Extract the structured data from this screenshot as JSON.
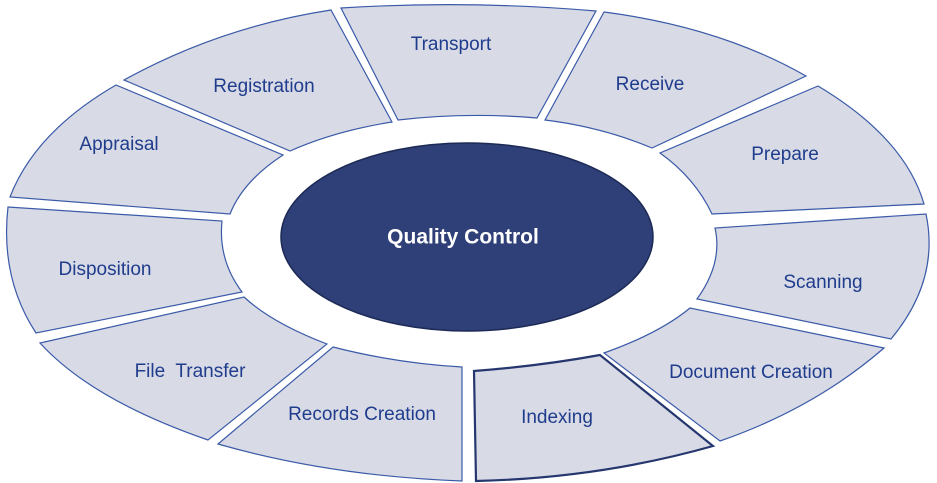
{
  "center": {
    "label": "Quality Control"
  },
  "segments": [
    {
      "label": "Transport"
    },
    {
      "label": "Receive"
    },
    {
      "label": "Prepare"
    },
    {
      "label": "Scanning"
    },
    {
      "label": "Document Creation"
    },
    {
      "label": "Indexing"
    },
    {
      "label": "Records Creation"
    },
    {
      "label": "File  Transfer"
    },
    {
      "label": "Disposition"
    },
    {
      "label": "Appraisal"
    },
    {
      "label": "Registration"
    }
  ],
  "colors": {
    "segment_fill": "#d8dae6",
    "segment_stroke": "#3a5aa8",
    "label_text": "#1f3d8c",
    "center_fill": "#2f3f78",
    "center_text": "#ffffff"
  }
}
